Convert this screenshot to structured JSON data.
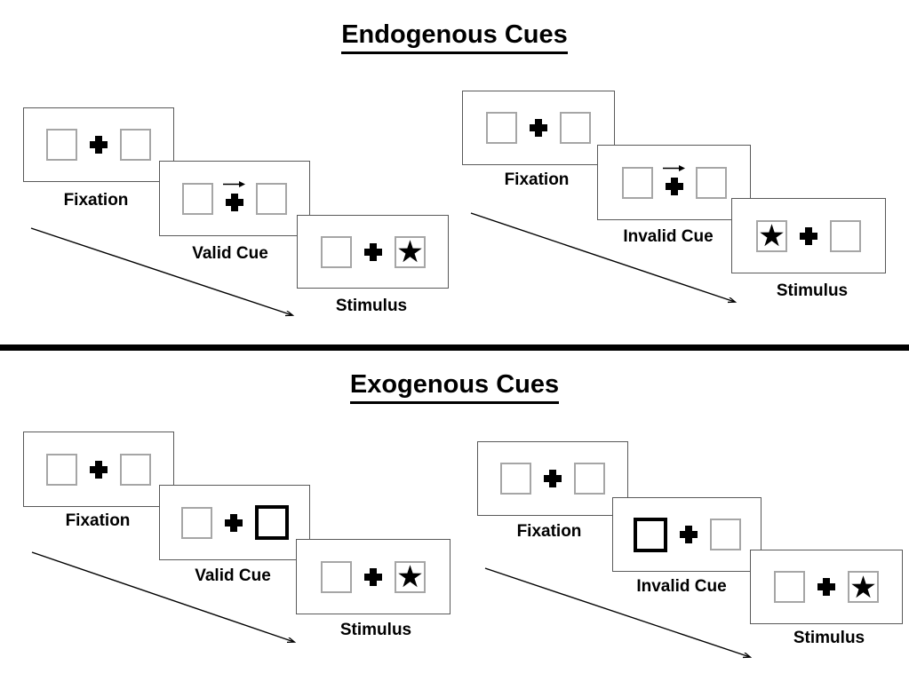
{
  "titles": {
    "endogenous": "Endogenous Cues",
    "exogenous": "Exogenous Cues"
  },
  "groups": [
    {
      "condition": "endogenous-valid",
      "fixation_label": "Fixation",
      "cue_label": "Valid Cue",
      "stimulus_label": "Stimulus",
      "cue_type": "central-arrow-right",
      "stimulus_star_side": "right"
    },
    {
      "condition": "endogenous-invalid",
      "fixation_label": "Fixation",
      "cue_label": "Invalid Cue",
      "stimulus_label": "Stimulus",
      "cue_type": "central-arrow-right",
      "stimulus_star_side": "left"
    },
    {
      "condition": "exogenous-valid",
      "fixation_label": "Fixation",
      "cue_label": "Valid Cue",
      "stimulus_label": "Stimulus",
      "cue_type": "peripheral-box-right",
      "stimulus_star_side": "right"
    },
    {
      "condition": "exogenous-invalid",
      "fixation_label": "Fixation",
      "cue_label": "Invalid Cue",
      "stimulus_label": "Stimulus",
      "cue_type": "peripheral-box-left",
      "stimulus_star_side": "right"
    }
  ],
  "icons": {
    "fixation_cross": "plus-icon",
    "cue_arrow": "right-arrow-icon",
    "target": "star-icon",
    "sequence_arrow": "diagonal-arrow-icon"
  },
  "colors": {
    "background": "#ffffff",
    "ink": "#000000",
    "panel_border": "#595959",
    "box_border": "#a6a6a6",
    "divider": "#000000"
  }
}
